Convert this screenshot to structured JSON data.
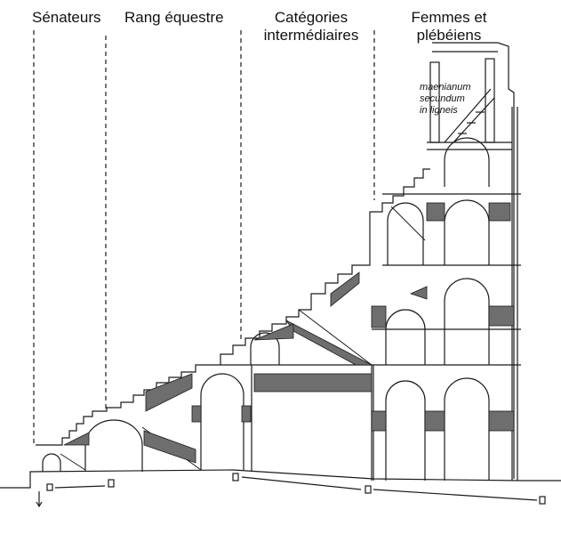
{
  "zones": {
    "senators": "Sénateurs",
    "equestrian": "Rang équestre",
    "intermediate_line1": "Catégories",
    "intermediate_line2": "intermédiaires",
    "women_line1": "Femmes et",
    "women_line2": "plébéiens"
  },
  "annotation": {
    "line1": "maenianum",
    "line2": "secundum",
    "line3": "in ligneis"
  },
  "colors": {
    "ink": "#1a1a1a",
    "shade": "#6e6e6e",
    "paper": "#ffffff"
  }
}
